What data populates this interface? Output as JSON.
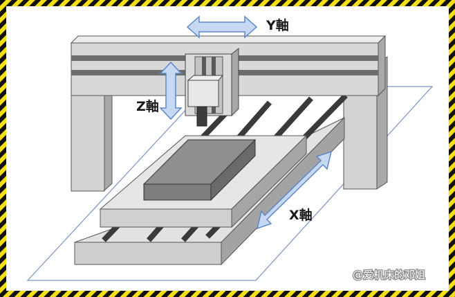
{
  "labels": {
    "y_axis": "Y軸",
    "z_axis": "Z軸",
    "x_axis": "X軸"
  },
  "watermark": "@爱机床的邓姐",
  "colors": {
    "border_yellow": "#f4de14",
    "border_dark": "#111111",
    "arrow_fill": "#c7d9f2",
    "arrow_stroke": "#5b87c9",
    "machine_light": "#d9d9d9",
    "machine_mid": "#bdbdbd",
    "machine_dark": "#6f6f6f",
    "floor_fill": "#ffffff",
    "floor_stroke": "#7c93c6"
  },
  "icons": {
    "arrows": "double-headed-arrow"
  }
}
